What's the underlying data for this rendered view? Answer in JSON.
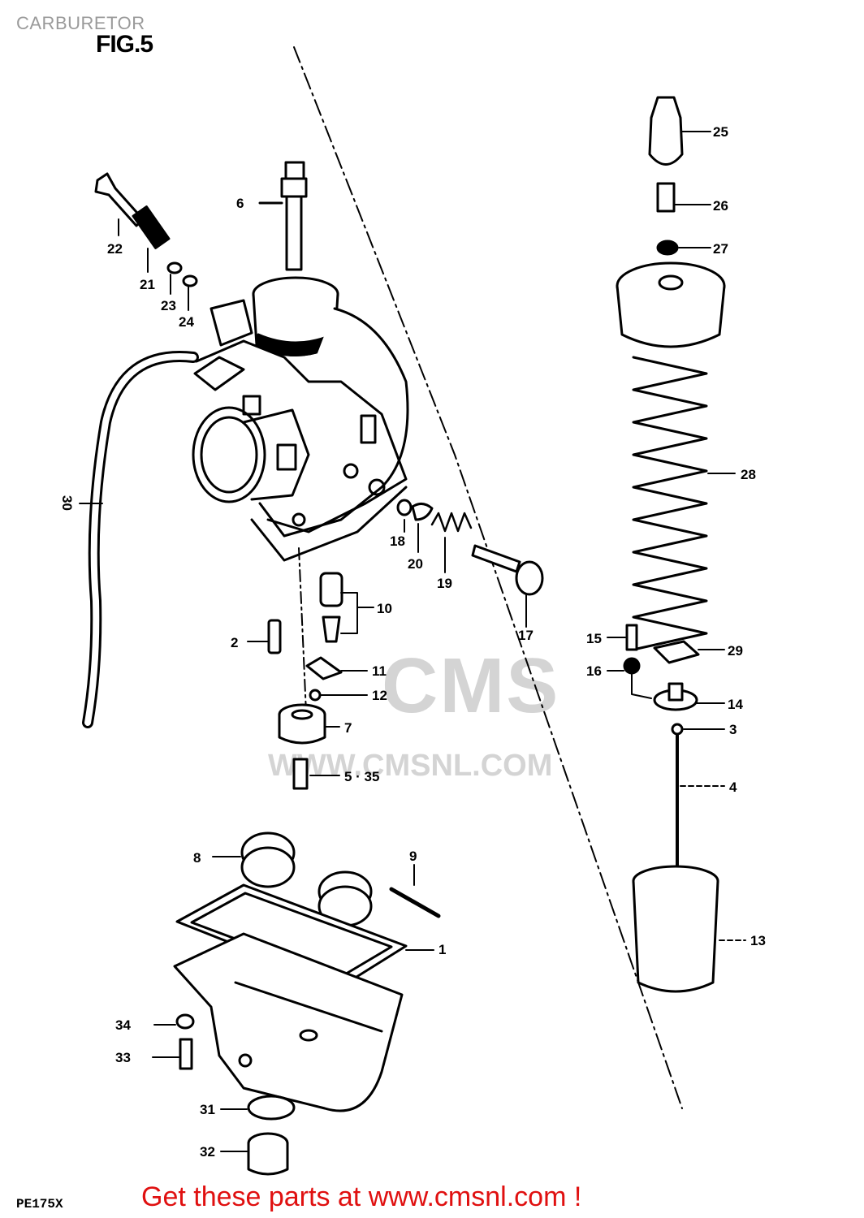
{
  "heading": "CARBURETOR",
  "figure_label": "FIG.5",
  "model_code": "PE175X",
  "call_to_action": "Get these parts at www.cmsnl.com !",
  "watermark": {
    "logo": "CMS",
    "url": "WWW.CMSNL.COM"
  },
  "callouts": {
    "p1": "1",
    "p2": "2",
    "p3": "3",
    "p4": "4",
    "p5_35": "5 · 35",
    "p6": "6",
    "p7": "7",
    "p8": "8",
    "p9": "9",
    "p10": "10",
    "p11": "11",
    "p12": "12",
    "p13": "13",
    "p14": "14",
    "p15": "15",
    "p16": "16",
    "p17": "17",
    "p18": "18",
    "p19": "19",
    "p20": "20",
    "p21": "21",
    "p22": "22",
    "p23": "23",
    "p24": "24",
    "p25": "25",
    "p26": "26",
    "p27": "27",
    "p28": "28",
    "p29": "29",
    "p30": "30",
    "p31": "31",
    "p32": "32",
    "p33": "33",
    "p34": "34"
  }
}
